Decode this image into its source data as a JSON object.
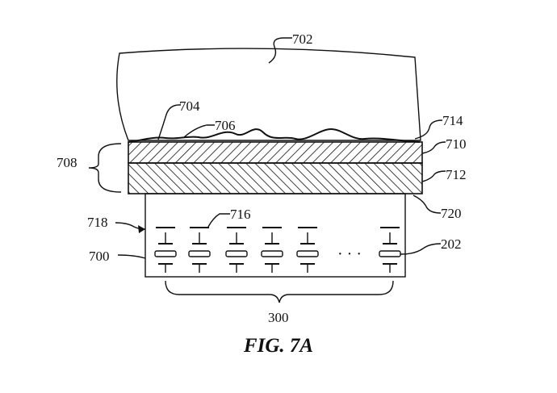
{
  "figure": {
    "caption": "FIG. 7A",
    "labels": {
      "finger": "702",
      "ridge_contact": "704",
      "surface_profile": "706",
      "stack_bracket": "708",
      "upper_layer": "710",
      "lower_layer": "712",
      "top_surface": "714",
      "electrode": "716",
      "sensor_top": "718",
      "sensor_body": "700",
      "bottom_interface": "720",
      "capacitor": "202",
      "array_bracket": "300"
    },
    "ellipsis": "· · ·",
    "colors": {
      "ink": "#111111",
      "background": "#ffffff"
    }
  }
}
